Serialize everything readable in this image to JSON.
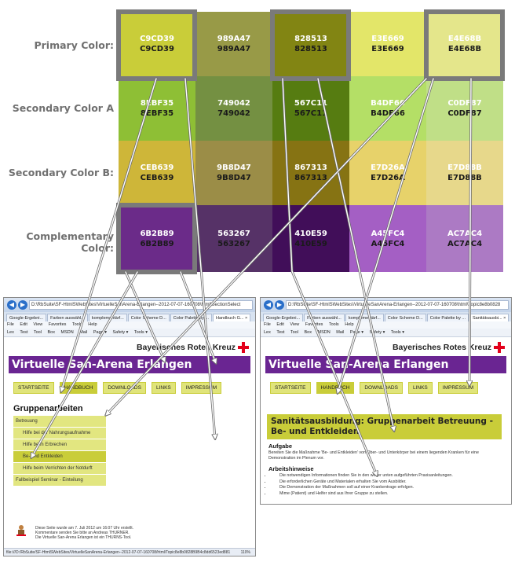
{
  "palette": {
    "rows": [
      {
        "label": "Primary Color:",
        "swatches": [
          {
            "hex": "C9CD39",
            "bg": "#c9cd39",
            "fg": "#ffffff"
          },
          {
            "hex": "989A47",
            "bg": "#989a47",
            "fg": "#ffffff"
          },
          {
            "hex": "828513",
            "bg": "#828513",
            "fg": "#ffffff"
          },
          {
            "hex": "E3E669",
            "bg": "#e3e669",
            "fg": "#ffffff"
          },
          {
            "hex": "E4E68B",
            "bg": "#e4e68b",
            "fg": "#ffffff"
          }
        ]
      },
      {
        "label": "Secondary Color A",
        "swatches": [
          {
            "hex": "8EBF35",
            "bg": "#8ebf35",
            "fg": "#ffffff"
          },
          {
            "hex": "749042",
            "bg": "#749042",
            "fg": "#ffffff"
          },
          {
            "hex": "567C11",
            "bg": "#567c11",
            "fg": "#ffffff"
          },
          {
            "hex": "B4DF66",
            "bg": "#b4df66",
            "fg": "#ffffff"
          },
          {
            "hex": "C0DF87",
            "bg": "#c0df87",
            "fg": "#ffffff"
          }
        ]
      },
      {
        "label": "Secondary Color B:",
        "swatches": [
          {
            "hex": "CEB639",
            "bg": "#ceb639",
            "fg": "#ffffff"
          },
          {
            "hex": "9B8D47",
            "bg": "#9b8d47",
            "fg": "#ffffff"
          },
          {
            "hex": "867313",
            "bg": "#867313",
            "fg": "#ffffff"
          },
          {
            "hex": "E7D26A",
            "bg": "#e7d26a",
            "fg": "#ffffff"
          },
          {
            "hex": "E7D88B",
            "bg": "#e7d88b",
            "fg": "#ffffff"
          }
        ]
      },
      {
        "label": "Complementary Color:",
        "swatches": [
          {
            "hex": "6B2B89",
            "bg": "#6b2b89",
            "fg": "#ffffff"
          },
          {
            "hex": "563267",
            "bg": "#563267",
            "fg": "#ffffff"
          },
          {
            "hex": "410E59",
            "bg": "#410e59",
            "fg": "#ffffff"
          },
          {
            "hex": "A45FC4",
            "bg": "#a45fc4",
            "fg": "#ffffff"
          },
          {
            "hex": "AC7AC4",
            "bg": "#ac7ac4",
            "fg": "#ffffff"
          }
        ]
      }
    ],
    "highlight_color": "#7a7a7a"
  },
  "left_window": {
    "address": "D:\\RbSuite\\SF-HtmlSWebSites\\VirtuelleSanArena-Erlangen--2012-07-07-160708\\html\\SectionSelect",
    "tabs": [
      "Google-Ergebni...",
      "Farben auswähl...",
      "komplementärf...",
      "Color Scheme D...",
      "Color Palette by ...",
      "Handbuch G... ×"
    ],
    "menu": [
      "File",
      "Edit",
      "View",
      "Favorites",
      "Tools",
      "Help"
    ],
    "favorites": [
      "Lex",
      "Test",
      "Tool",
      "Box",
      "MSDN",
      "Mail",
      "Page ▾",
      "Safety ▾",
      "Tools ▾"
    ],
    "org": "Bayerisches Rotes Kreuz",
    "site_title": "Virtuelle San-Arena Erlangen",
    "nav": [
      "STARTSEITE",
      "HANDBUCH",
      "DOWNLOADS",
      "LINKS",
      "IMPRESSUM"
    ],
    "section_title": "Gruppenarbeiten",
    "menu_items": [
      {
        "label": "Betreuung",
        "level": "top"
      },
      {
        "label": "Hilfe bei der Nahrungsaufnahme",
        "level": "sub"
      },
      {
        "label": "Hilfe beim Erbrechen",
        "level": "sub"
      },
      {
        "label": "Be- und Entkleiden",
        "level": "sub"
      },
      {
        "label": "Hilfe beim Verrichten der Notdurft",
        "level": "sub"
      },
      {
        "label": "Fallbeispiel Seminar - Einteilung",
        "level": "top"
      }
    ],
    "footer_lines": [
      "Diese Seite wurde am 7. Juli 2012 um 16:07 Uhr erstellt.",
      "Kommentare senden Sie bitte an Andreas THURNER.",
      "Die Virtuelle San-Arena Erlangen ist ein THURNS-Tool."
    ],
    "status": "file:///D:/RbSuite/SF-HtmlSWebSites/VirtuelleSanArena-Erlangen--2012-07-07-160708/html/Topic8e8b0828B9B4c8dd6523ed881",
    "zoom": "110%"
  },
  "right_window": {
    "address": "D:\\RbSuite\\SF-HtmlSWebSites\\VirtuelleSanArena-Erlangen--2012-07-07-160708\\html\\Topic8e8b0828",
    "tabs": [
      "Google-Ergebni...",
      "Farben auswähl...",
      "komplementärf...",
      "Color Scheme D...",
      "Color Palette by ...",
      "Sanitätsausbi... ×"
    ],
    "menu": [
      "File",
      "Edit",
      "View",
      "Favorites",
      "Tools",
      "Help"
    ],
    "favorites": [
      "Lex",
      "Test",
      "Tool",
      "Box",
      "MSDN",
      "Mail",
      "Page ▾",
      "Safety ▾",
      "Tools ▾"
    ],
    "org": "Bayerisches Rotes Kreuz",
    "site_title": "Virtuelle San-Arena Erlangen",
    "nav": [
      "STARTSEITE",
      "HANDBUCH",
      "DOWNLOADS",
      "LINKS",
      "IMPRESSUM"
    ],
    "heading": "Sanitätsausbildung: Gruppenarbeit Betreuung - Be- und Entkleiden",
    "task_title": "Aufgabe",
    "task_text": "Bereiten Sie die Maßnahme 'Be- und Entkleiden' von Ober- und Unterkörper bei einem liegenden Kranken für eine Demonstration im Plenum vor.",
    "hints_title": "Arbeitshinweise",
    "hints": [
      "Die notwendigen Informationen finden Sie in den weiter unten aufgeführten Praxisanleitungen.",
      "Die erforderlichen Geräte und Materialen erhalten Sie vom Ausbilder.",
      "Die Demonstration der Maßnahmen soll auf einer Krankentrage erfolgen.",
      "Mime (Patient) und Helfer sind aus Ihrer Gruppe zu stellen."
    ]
  }
}
